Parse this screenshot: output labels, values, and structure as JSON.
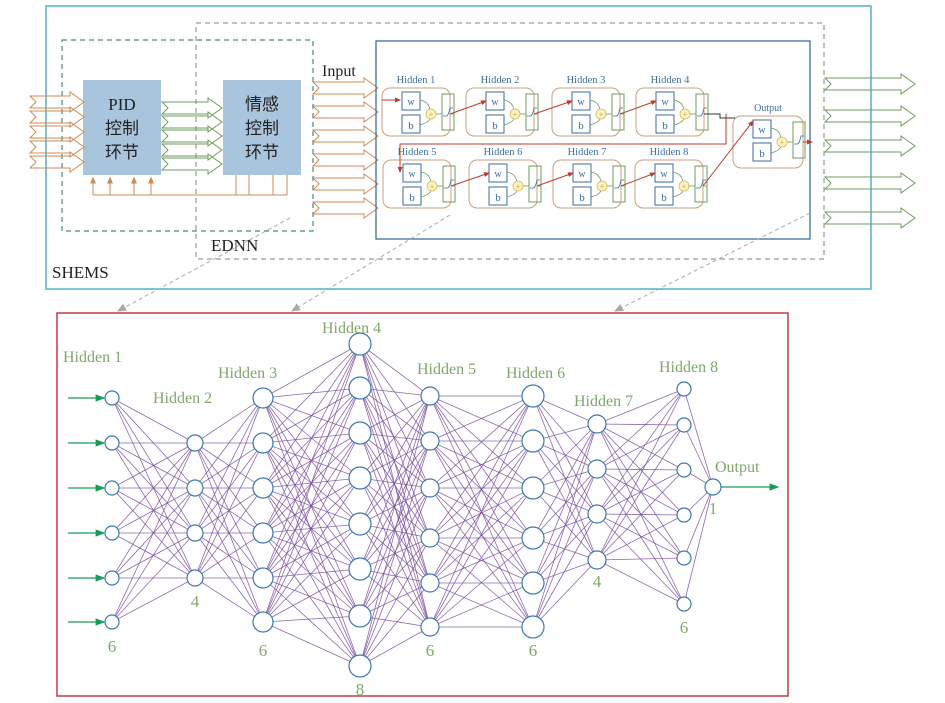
{
  "top_panel": {
    "outer_label": "SHEMS",
    "ednn_label": "EDNN",
    "input_label": "Input",
    "pid_block": [
      "PID",
      "控制",
      "环节"
    ],
    "emotion_block": [
      "情感",
      "控制",
      "环节"
    ],
    "cells": [
      {
        "title": "Hidden 1"
      },
      {
        "title": "Hidden 2"
      },
      {
        "title": "Hidden 3"
      },
      {
        "title": "Hidden 4"
      },
      {
        "title": "Hidden 5"
      },
      {
        "title": "Hidden 6"
      },
      {
        "title": "Hidden 7"
      },
      {
        "title": "Hidden 8"
      }
    ],
    "output_cell": {
      "title": "Output"
    },
    "weight_label": "w",
    "bias_label": "b",
    "sum_label": "+"
  },
  "bottom_panel": {
    "layers": [
      {
        "title": "Hidden 1",
        "count_label": "6",
        "nodes": 6
      },
      {
        "title": "Hidden 2",
        "count_label": "4",
        "nodes": 4
      },
      {
        "title": "Hidden 3",
        "count_label": "6",
        "nodes": 6
      },
      {
        "title": "Hidden 4",
        "count_label": "8",
        "nodes": 8
      },
      {
        "title": "Hidden 5",
        "count_label": "6",
        "nodes": 6
      },
      {
        "title": "Hidden 6",
        "count_label": "6",
        "nodes": 6
      },
      {
        "title": "Hidden 7",
        "count_label": "4",
        "nodes": 4
      },
      {
        "title": "Hidden 8",
        "count_label": "6",
        "nodes": 6
      },
      {
        "title": "Output",
        "count_label": "1",
        "nodes": 1
      }
    ]
  },
  "colors": {
    "shems_border": "#4fb3c8",
    "ednn_border": "#999999",
    "pid_dashed": "#3a8f8a",
    "inner_net_border": "#3b6e9e",
    "block_fill": "#a9c4dd",
    "cell_border": "#c8a07e",
    "arrow_orange": "#d08a55",
    "arrow_green": "#6e9e5e",
    "red_link": "#c0392b",
    "bottom_border": "#c0394a",
    "edge_purple": "#7b4fa0",
    "node_blue": "#3a78b0",
    "io_arrow": "#1a9a5a",
    "label_green": "#7ea86a"
  }
}
